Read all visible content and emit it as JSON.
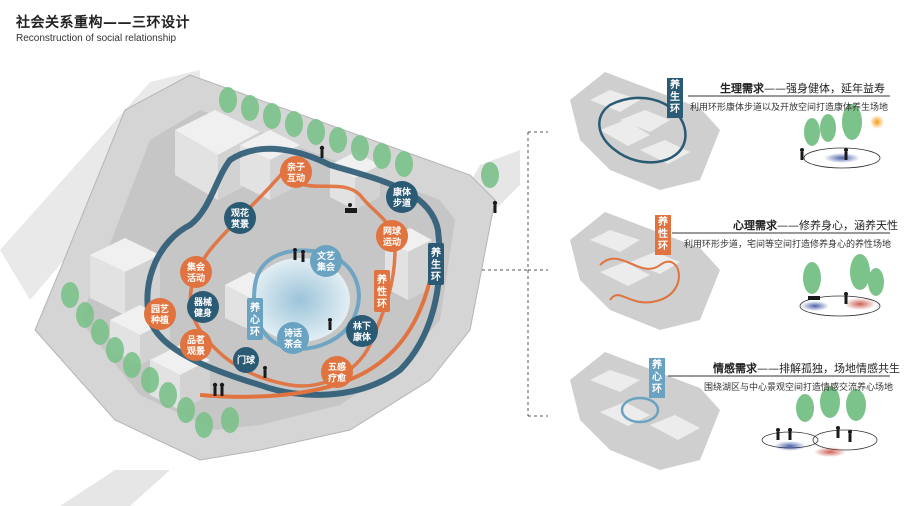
{
  "header": {
    "title": "社会关系重构——三环设计",
    "subtitle": "Reconstruction of social relationship"
  },
  "colors": {
    "orange": "#e0733f",
    "blue": "#2b5a74",
    "lightblue": "#6aa3c2",
    "tree": "#7cc28b",
    "building": "#e6e6e6",
    "ground": "#cfcfcf"
  },
  "map_labels": {
    "qinzi": "亲子\n互动",
    "guanhua": "观花\n赏景",
    "kangti": "康体\n步道",
    "wangqiu": "网球\n运动",
    "jihui": "集会\n活动",
    "qixie": "器械\n健身",
    "wenyi": "文艺\n集会",
    "yuanyi": "园艺\n种植",
    "pinming": "品茗\n观景",
    "shihua": "诗话\n茶会",
    "linxia": "林下\n康体",
    "menqiu": "门球",
    "wugan": "五感\n疗愈",
    "yangxin_ring": "养\n心\n环",
    "yangxing_ring": "养\n性\n环",
    "yangsheng_ring": "养\n生\n环"
  },
  "panels": [
    {
      "tag": "养\n生\n环",
      "title_bold": "生理需求",
      "title_rest": "——强身健体，延年益寿",
      "desc": "利用环形康体步道以及开放空间打造康体养生场地"
    },
    {
      "tag": "养\n性\n环",
      "title_bold": "心理需求",
      "title_rest": "——修养身心，涵养天性",
      "desc": "利用环形步道，宅间等空间打造修养身心的养性场地"
    },
    {
      "tag": "养\n心\n环",
      "title_bold": "情感需求",
      "title_rest": "——排解孤独，场地情感共生",
      "desc": "围绕湖区与中心景观空间打造情感交流养心场地"
    }
  ]
}
